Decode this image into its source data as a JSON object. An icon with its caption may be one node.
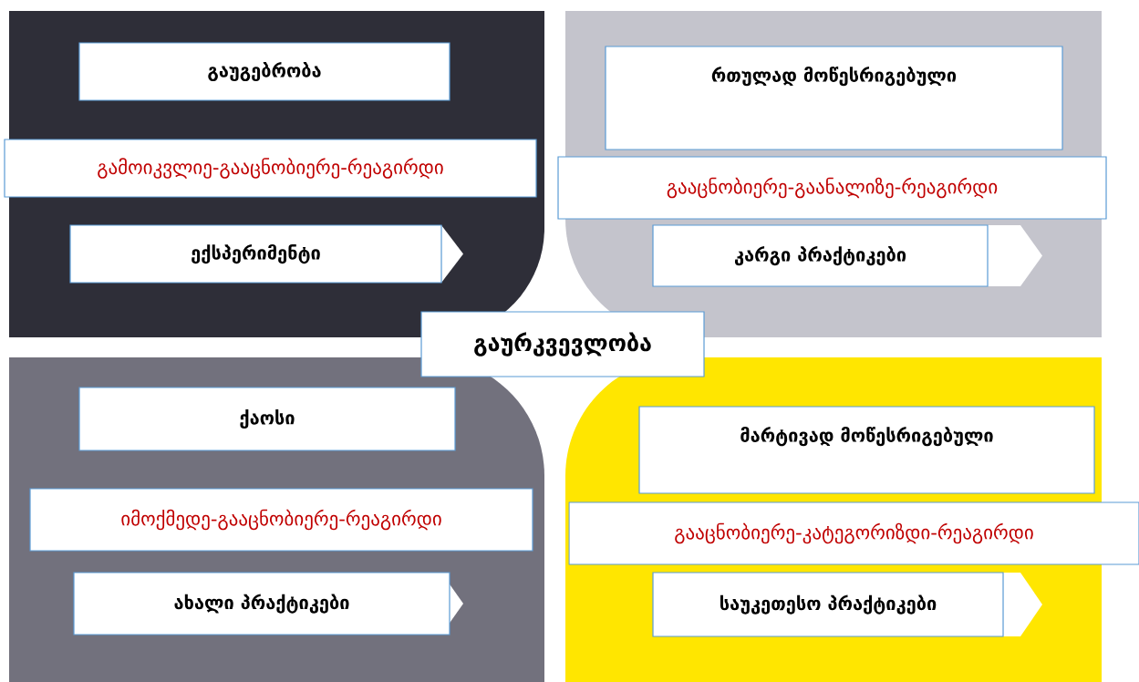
{
  "diagram": {
    "nodes": [
      {
        "text": [
          "გაუგებრობა"
        ]
      },
      {
        "text": [
          "გამოიკვლიე-გააცნობიერე-რეაგირდი"
        ]
      },
      {
        "text": [
          "ექსპერიმენტი"
        ]
      },
      {
        "text": [
          "რთულად მოწესრიგებული"
        ]
      },
      {
        "text": [
          "გააცნობიერე-გაანალიზე-რეაგირდი"
        ]
      },
      {
        "text": [
          "კარგი პრაქტიკები"
        ]
      },
      {
        "text": [
          "გაურკვევლობა"
        ]
      },
      {
        "text": [
          "ქაოსი"
        ]
      },
      {
        "text": [
          "იმოქმედე-გააცნობიერე-რეაგირდი"
        ]
      },
      {
        "text": [
          "ახალი პრაქტიკები"
        ]
      },
      {
        "text": [
          "მარტივად მოწესრიგებული"
        ]
      },
      {
        "text": [
          "გააცნობიერე-კატეგორიზდი-რეაგირდი"
        ]
      },
      {
        "text": [
          "საუკეთესო პრაქტიკები"
        ]
      }
    ]
  }
}
